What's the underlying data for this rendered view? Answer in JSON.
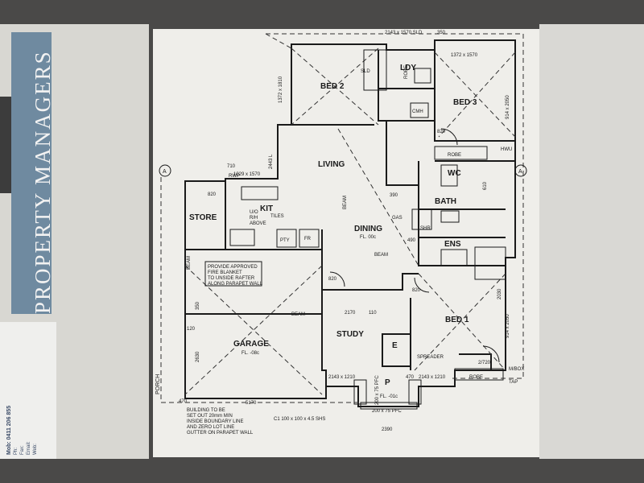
{
  "flyer": {
    "company_banner": "PROPERTY MANAGERS",
    "contact_lines": [
      "Mob: 0411 206 855",
      "Ph:",
      "Fax:",
      "Email:",
      "Web:"
    ]
  },
  "plan": {
    "rooms": {
      "bed2": "BED 2",
      "ldy": "LDY",
      "bed3": "BED 3",
      "living": "LIVING",
      "kit": "KIT",
      "kit_tiles": "TILES",
      "store": "STORE",
      "dining": "DINING",
      "dining_fl": "FL. 00c",
      "wc": "WC",
      "bath": "BATH",
      "ens": "ENS",
      "garage": "GARAGE",
      "garage_fl": "FL. -08c",
      "study": "STUDY",
      "bed1": "BED 1",
      "porch": "PORCH",
      "p": "P",
      "p_fl": "FL. -01c",
      "e": "E"
    },
    "labels": {
      "robe1": "ROBE",
      "robe2": "ROBE",
      "robe3": "ROBE",
      "sld": "SLD",
      "cmh": "CMH",
      "gas": "GAS",
      "shr": "SHR",
      "beam1": "BEAM",
      "beam2": "BEAM",
      "beam3": "BEAM",
      "beam4": "BEAM",
      "pty": "PTY",
      "fr": "FR",
      "spreader": "SPREADER",
      "hwu": "HWU",
      "mbox": "M/BOX",
      "tap": "TAP",
      "rwp": "RWP",
      "section_a": "A",
      "uo": "U/O",
      "rh": "R/H",
      "above": "ABOVE"
    },
    "notes": {
      "fire_blanket": [
        "PROVIDE APPROVED",
        "FIRE BLANKET",
        "TO UNSIDE RAFTER",
        "ALONG PARAPET WALL"
      ],
      "setout": [
        "BUILDING TO BE",
        "SET OUT 20mm MIN",
        "INSIDE BOUNDARY LINE",
        "AND ZERO LOT LINE",
        "GUTTER ON PARAPET WALL"
      ],
      "column": "C1  100 x 100 x 4.5 SHS",
      "beam_spec1": "200 x 75 PFC",
      "beam_spec2": "200 x 75 PFC"
    },
    "dims": {
      "top": "2143 x 1570 SLD",
      "top350": "350",
      "d1372": "1372 x 1570",
      "d710": "710",
      "d1029": "1029 x 1570",
      "d820a": "820",
      "d820b": "820",
      "d820c": "820",
      "d820d": "820",
      "d2170": "2170",
      "d110": "110",
      "d5170": "5170",
      "d2390": "2390",
      "d470a": "470",
      "d470b": "470",
      "d2143a": "2143 x 1210",
      "d2143b": "2143 x 1210",
      "d350": "350",
      "d120": "120",
      "d2630": "2630",
      "d2030": "2030",
      "d490": "490",
      "d390": "390",
      "d610": "610",
      "d2_720": "2/720",
      "v914a": "914 x 2050",
      "v914b": "914 x 2050",
      "v2443": "2443 L",
      "v1372": "1372 x 1810"
    }
  }
}
